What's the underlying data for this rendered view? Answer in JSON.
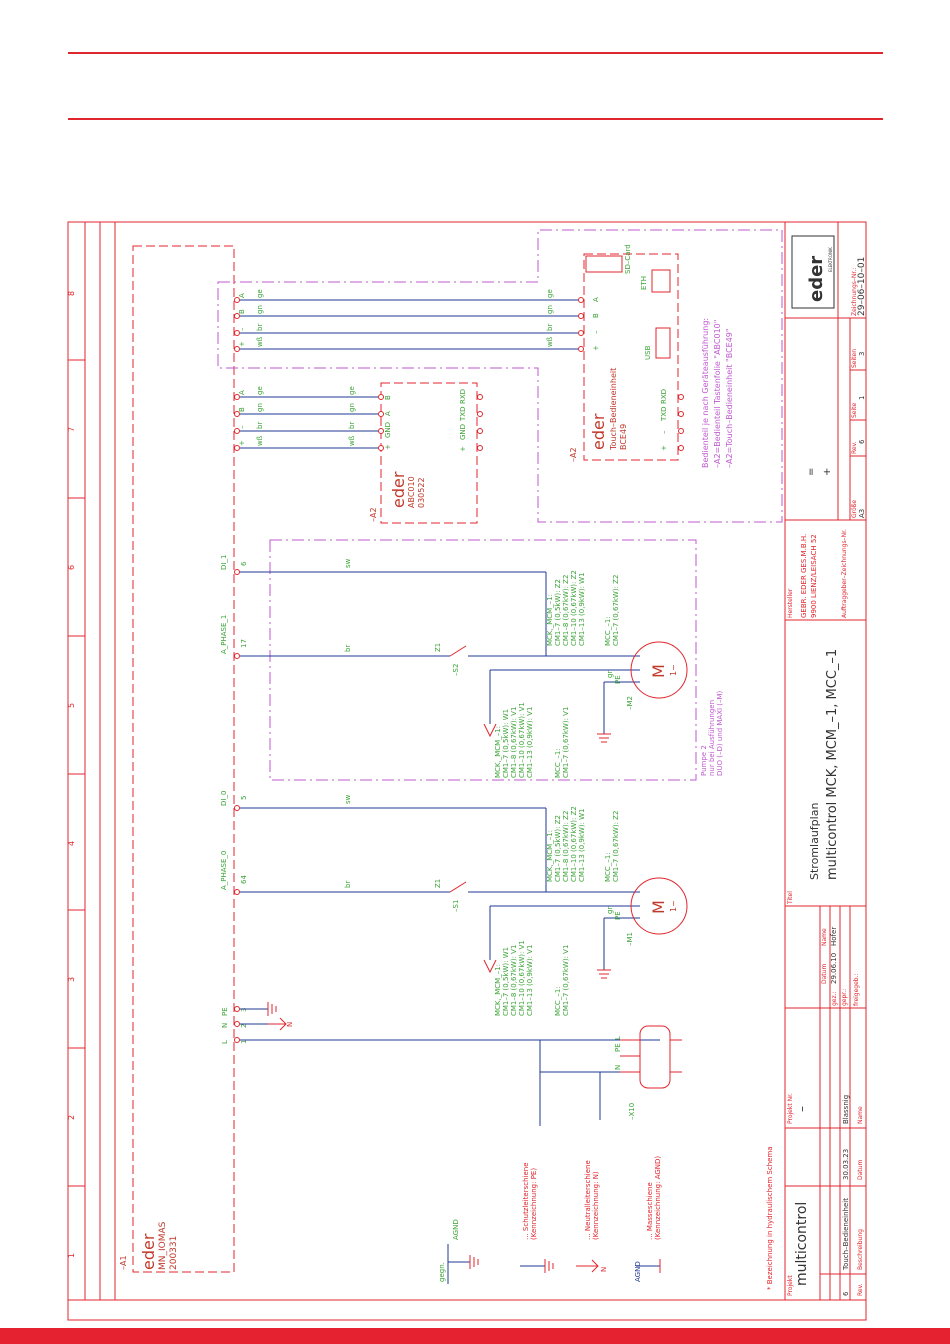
{
  "colors": {
    "frame": "#e1252c",
    "wire": "#1f3a93",
    "label": "#3aa335",
    "pink": "#c05ad0",
    "title": "#333333"
  },
  "grid": [
    "1",
    "2",
    "3",
    "4",
    "5",
    "6",
    "7",
    "8"
  ],
  "a1": {
    "ref": "–A1",
    "brand": "eder",
    "model": "MN_IOMAS",
    "number": "200331"
  },
  "terminals_main": {
    "l": "L",
    "n": "N",
    "pe": "PE",
    "n2": "2",
    "n1": "1",
    "n3": "3"
  },
  "phase0": {
    "name": "A_PHASE_0",
    "num": "64",
    "wire": "br",
    "z": "Z1",
    "switch": "–S1"
  },
  "di0": {
    "name": "DI_0",
    "num": "5",
    "wire": "sw"
  },
  "phase1": {
    "name": "A_PHASE_1",
    "num": "17",
    "wire": "br",
    "z": "Z1",
    "switch": "–S2"
  },
  "di1": {
    "name": "DI_1",
    "num": "6",
    "wire": "sw"
  },
  "pump1": {
    "ref": "–M1",
    "pe": "PE",
    "gr": "gr",
    "motor": "M",
    "motor_sub": "1~",
    "table_top": [
      "MCK,_MCM_–1:",
      "CM1–7  (0,5kW):   Z2",
      "CM1–8  (0,67kW):  Z2",
      "CM1–10 (0,67kW):  Z2",
      "CM1–13 (0,9kW):   W1",
      "MCC_–1:",
      "CM1–7  (0,67kW):  Z2"
    ],
    "table_bot": [
      "MCK,_MCM_–1:",
      "CM1–7  (0,5kW):   W1",
      "CM1–8  (0,67kW):  V1",
      "CM1–10 (0,67kW):  V1",
      "CM1–13 (0,9kW):   V1",
      "MCC_–1:",
      "CM1–7  (0,67kW):  V1"
    ]
  },
  "pump2": {
    "ref": "–M2",
    "pe": "PE",
    "gr": "gr",
    "motor": "M",
    "motor_sub": "1~",
    "table_top": [
      "MCK,_MCM_–1:",
      "CM1–7  (0,5kW):   Z2",
      "CM1–8  (0,67kW):  Z2",
      "CM1–10 (0,67kW):  Z2",
      "CM1–13 (0,9kW):   W1",
      "MCC_–1:",
      "CM1–7  (0,67kW):  Z2"
    ],
    "table_bot": [
      "MCK,_MCM_–1:",
      "CM1–7  (0,5kW):   W1",
      "CM1–8  (0,67kW):  V1",
      "CM1–10 (0,67kW):  V1",
      "CM1–13 (0,9kW):   V1",
      "MCC_–1:",
      "CM1–7  (0,67kW):  V1"
    ],
    "note1": "Pumpe 2",
    "note2": "nur bei Ausführungen",
    "note3": "DUO (–D) und MAXI (–M)"
  },
  "bus": {
    "pins": [
      "A",
      "B",
      "–",
      "+"
    ],
    "wires": [
      "ge",
      "gn",
      "br",
      "wß"
    ],
    "gnd": "GND"
  },
  "a2_abc": {
    "ref": "–A2",
    "brand": "eder",
    "model": "ABC010",
    "number": "030522",
    "rxd": "RXD",
    "txd": "TXD",
    "gnd": "GND",
    "plus": "+"
  },
  "a2_bce": {
    "ref": "–A2",
    "brand": "eder",
    "line1": "Touch–Bedieneinheit",
    "line2": "BCE49",
    "rxd": "RXD",
    "txd": "TXD",
    "usb": "USB",
    "sd": "SD–Card",
    "eth": "ETH"
  },
  "bedien": {
    "l1": "Bedienteil je nach Geräteausführung:",
    "l2": "–A2=Bedienteil Tastenfolie \"ABC010\"",
    "l3": "–A2=Touch–Bedieneinheit \"BCE49\""
  },
  "x10": {
    "ref": "–X10",
    "n": "N",
    "pe": "PE",
    "l": "L"
  },
  "legend": {
    "pe": "... Schutzleiterschiene",
    "pe2": "(Kennzeichnung: PE)",
    "n": "... Neutralleiterschiene",
    "n2": "(Kennzeichnung: N)",
    "agnd": "... Masseschiene",
    "agnd2": "(Kennzeichnung: AGND)",
    "agnd_label": "AGND",
    "gegn": "gegn.",
    "n_label": "N",
    "star": "* Bezeichnung in hydraulischem Schema"
  },
  "titleblock": {
    "projekt_label": "Projekt",
    "projekt": "multicontrol",
    "projektnr_label": "Projekt Nr.",
    "projektnr": "–",
    "titel_label": "Titel",
    "titel1": "Stromlaufplan",
    "titel2": "multicontrol MCK, MCM_–1, MCC_–1",
    "hersteller_label": "Hersteller",
    "hersteller1": "GEBR. EDER GES.M.B.H.",
    "hersteller2": "9900 LIENZ/LEISACH 52",
    "auftrag": "Auftraggeber–Zeichnungs–Nr.",
    "rev_label": "Rev.",
    "beschreibung_label": "Beschreibung",
    "datum_label": "Datum",
    "name_label": "Name",
    "rev": "6",
    "beschreibung": "Touch–Bedieneinheit",
    "datum": "30.03.23",
    "name": "Blassnig",
    "gez_label": "gez.:",
    "gepr_label": "gepr.:",
    "freigeg_label": "freigegeb.:",
    "gez_datum": "29.06.10",
    "gez_name": "Hofer",
    "groesse_label": "Größe",
    "groesse": "A3",
    "rev2_label": "Rev.",
    "rev2": "6",
    "seite_label": "Seite",
    "seite": "1",
    "seiten_label": "Seiten",
    "seiten": "3",
    "znr_label": "Zeichnungs–Nr.:",
    "znr": "29–06–10–01",
    "logo": "eder",
    "logo_sub": "ELEKTRONIK",
    "sym1": "=",
    "sym2": "+"
  }
}
